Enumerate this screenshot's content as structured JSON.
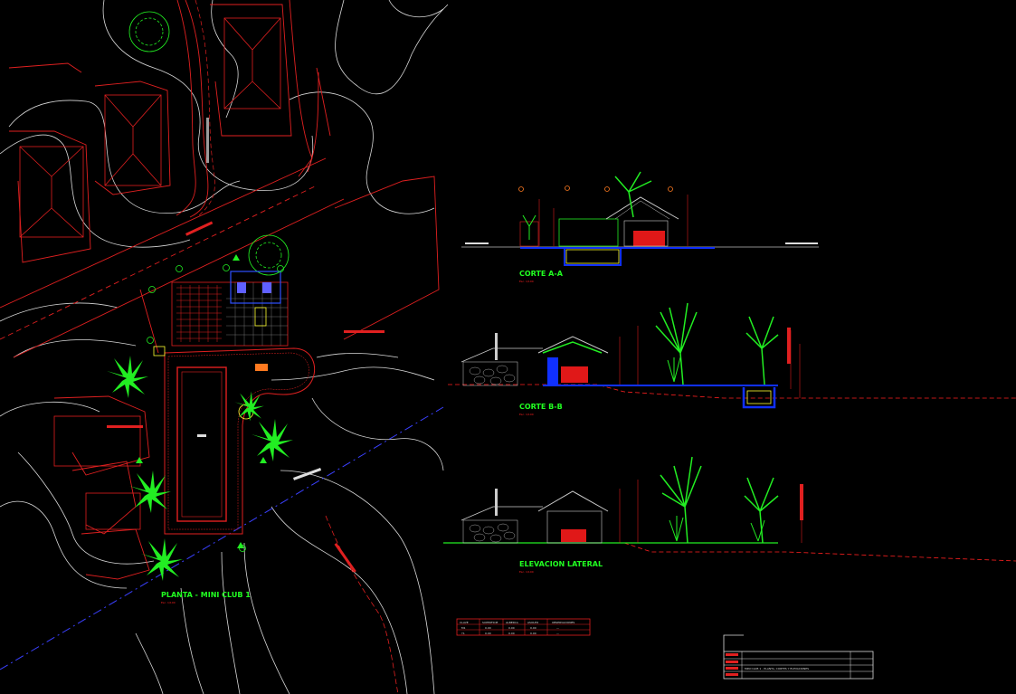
{
  "drawing": {
    "background_color": "#000000",
    "layer_colors": {
      "property_lines": "#e02020",
      "contours": "#d8d8d8",
      "titles": "#21ff21",
      "water": "#1030ff",
      "vegetation": "#22ee22",
      "dimensions": "#ff2020",
      "axis_line": "#3a40ff"
    }
  },
  "plan": {
    "title": "PLANTA - MINI CLUB 1",
    "scale": "Esc. 1/100"
  },
  "sections": [
    {
      "title": "CORTE A-A",
      "scale": "Esc. 1/100"
    },
    {
      "title": "CORTE B-B",
      "scale": "Esc. 1/100"
    },
    {
      "title": "ELEVACION LATERAL",
      "scale": "Esc. 1/100"
    }
  ],
  "areas_table": {
    "headers": [
      "CLAVE",
      "SUPERFICIE",
      "ALBERCA",
      "ASOLEO",
      "OBSERVACIONES"
    ],
    "rows": [
      [
        "M1",
        "0.00",
        "0.00",
        "0.00",
        "—"
      ],
      [
        "Y1",
        "0.00",
        "0.00",
        "0.00",
        "—"
      ]
    ]
  },
  "title_block": {
    "sheet_title": "MINI CLUB 1 - PLANTA, CORTES Y ELEVACIONES"
  }
}
